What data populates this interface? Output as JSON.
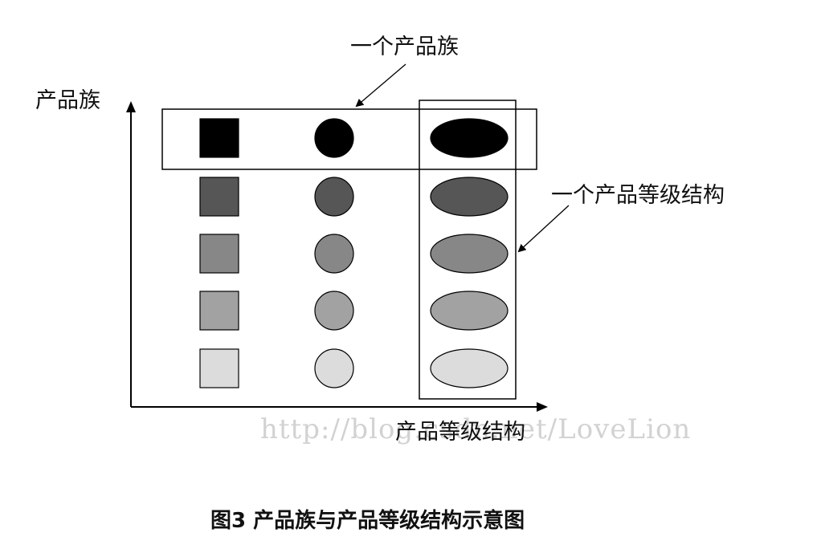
{
  "labels": {
    "y_axis": "产品族",
    "x_axis": "产品等级结构",
    "family_callout": "一个产品族",
    "hierarchy_callout": "一个产品等级结构"
  },
  "watermark": "http://blog.csdn.net/LoveLion",
  "caption": "图3  产品族与产品等级结构示意图",
  "grid": {
    "shapes": [
      "square",
      "circle",
      "ellipse"
    ],
    "row_fills": [
      "#000000",
      "#565656",
      "#878787",
      "#a2a2a2",
      "#dcdcdc"
    ]
  }
}
